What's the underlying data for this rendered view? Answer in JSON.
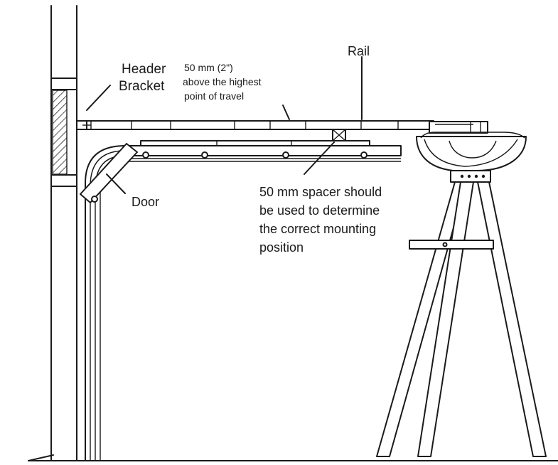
{
  "labels": {
    "header_bracket_line1": "Header",
    "header_bracket_line2": "Bracket",
    "clearance_line1": "50 mm (2\")",
    "clearance_line2": "above the highest",
    "clearance_line3": "point of travel",
    "rail": "Rail",
    "door": "Door",
    "spacer_line1": "50 mm spacer should",
    "spacer_line2": "be used to determine",
    "spacer_line3": "the correct mounting",
    "spacer_line4": "position"
  }
}
